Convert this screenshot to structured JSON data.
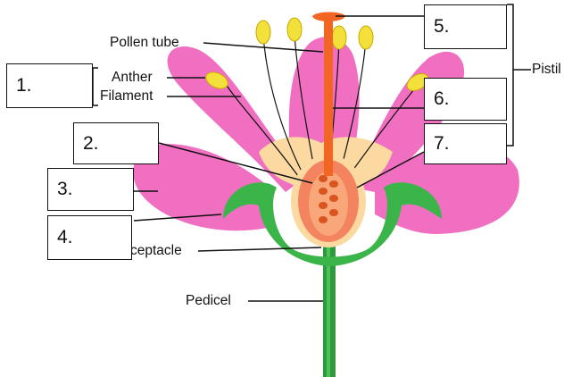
{
  "diagram": {
    "labels": {
      "pollen_tube": "Pollen tube",
      "anther": "Anther",
      "filament": "Filament",
      "receptacle_visible": "ceptacle",
      "pedicel": "Pedicel",
      "pistil": "Pistil"
    },
    "answer_boxes": [
      "1.",
      "2.",
      "3.",
      "4.",
      "5.",
      "6.",
      "7."
    ]
  },
  "colors": {
    "petal": "#f06fc1",
    "petal_light": "#f7a9dc",
    "sepal": "#3bb54a",
    "stem": "#2e9a3c",
    "ovary": "#f4845f",
    "ovary_inner": "#f9c19a",
    "style": "#f26522",
    "anther": "#f3e03a",
    "nectary": "#fbd9a0",
    "leader_line": "#111111"
  }
}
